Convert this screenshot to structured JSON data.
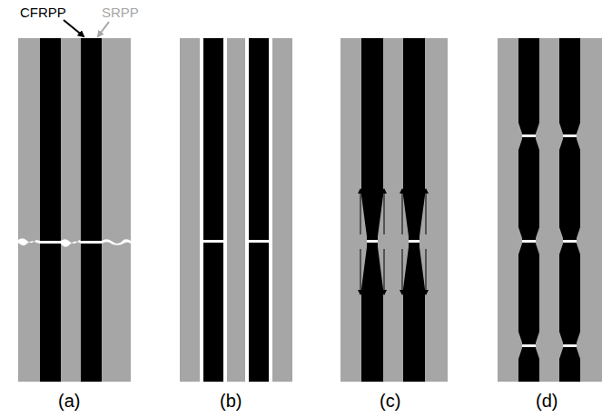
{
  "diagram": {
    "labels": [
      "CFRPP",
      "SRPP",
      "(a)",
      "(b)",
      "(c)",
      "(d)"
    ]
  }
}
